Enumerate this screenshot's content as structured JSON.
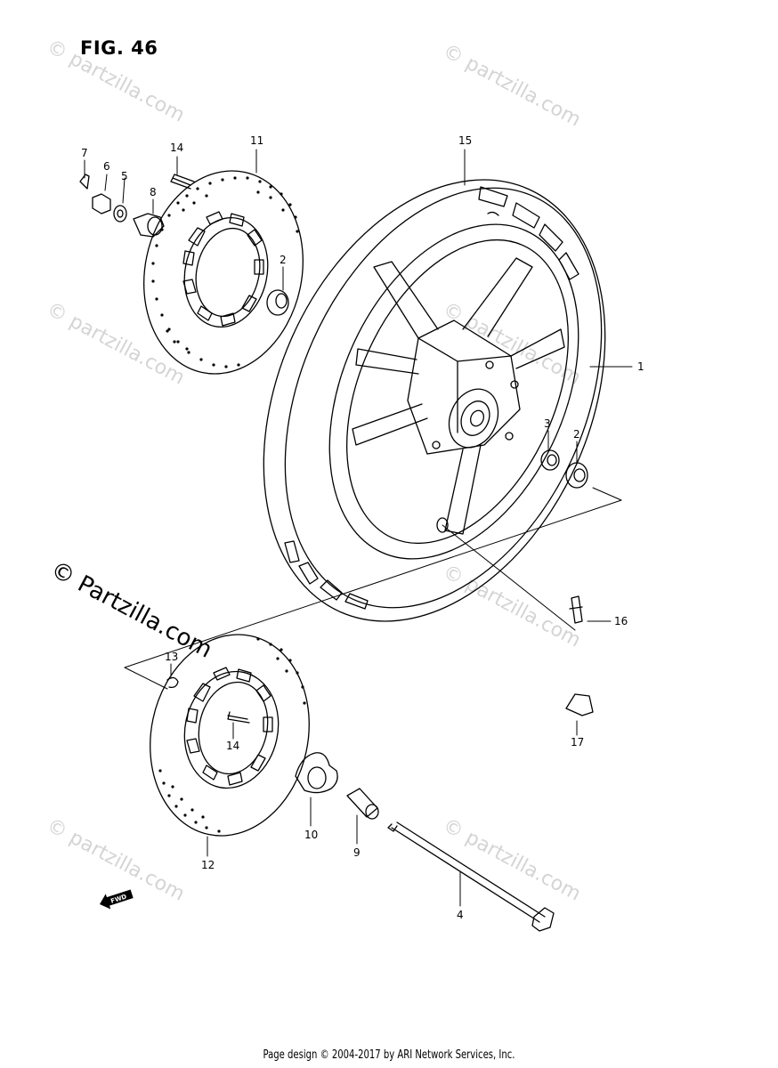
{
  "figure": {
    "title": "FIG. 46"
  },
  "watermark": {
    "text": "© Partzilla.com",
    "text_lower": "© partzilla.com"
  },
  "callouts": {
    "c1": "1",
    "c2a": "2",
    "c2b": "2",
    "c3": "3",
    "c4": "4",
    "c5": "5",
    "c6": "6",
    "c7": "7",
    "c8": "8",
    "c9": "9",
    "c10": "10",
    "c11": "11",
    "c12": "12",
    "c13": "13",
    "c14a": "14",
    "c14b": "14",
    "c15": "15",
    "c16": "16",
    "c17": "17"
  },
  "fwd_label": "FWD",
  "footer": {
    "text": "Page design © 2004-2017 by ARI Network Services, Inc."
  }
}
